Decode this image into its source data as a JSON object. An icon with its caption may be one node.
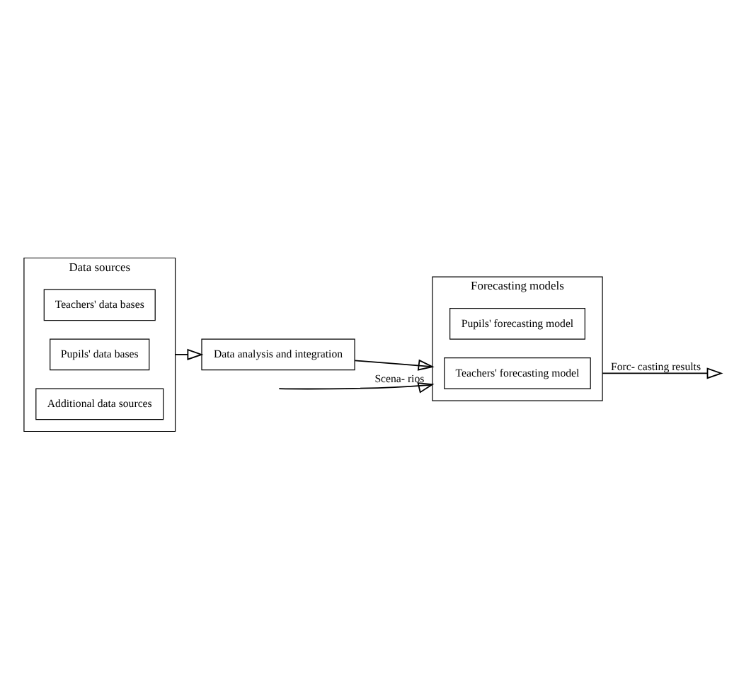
{
  "diagram": {
    "nodes": [
      {
        "text": [
          "Data sources"
        ]
      },
      {
        "text": [
          "Teachers' data bases"
        ],
        "in": 0
      },
      {
        "text": [
          "Pupils' data bases"
        ],
        "in": 0
      },
      {
        "text": [
          "Additional data sources"
        ],
        "in": 0
      },
      {
        "text": [
          "Data analysis and integration"
        ]
      },
      {
        "text": [
          "Forecasting models"
        ]
      },
      {
        "text": [
          "Pupils' forecasting model"
        ],
        "in": 5
      },
      {
        "text": [
          "Teachers' forecasting model"
        ],
        "in": 5
      }
    ],
    "edges": [
      {
        "from": 0,
        "to": 4,
        "arrow": "to"
      },
      {
        "from": 4,
        "to": 5,
        "arrow": "to"
      },
      {
        "from": null,
        "to": 5,
        "arrow": "to",
        "label": "Scena- rios"
      },
      {
        "from": 5,
        "to": null,
        "arrow": "to",
        "label": "Forc- casting results"
      }
    ]
  }
}
